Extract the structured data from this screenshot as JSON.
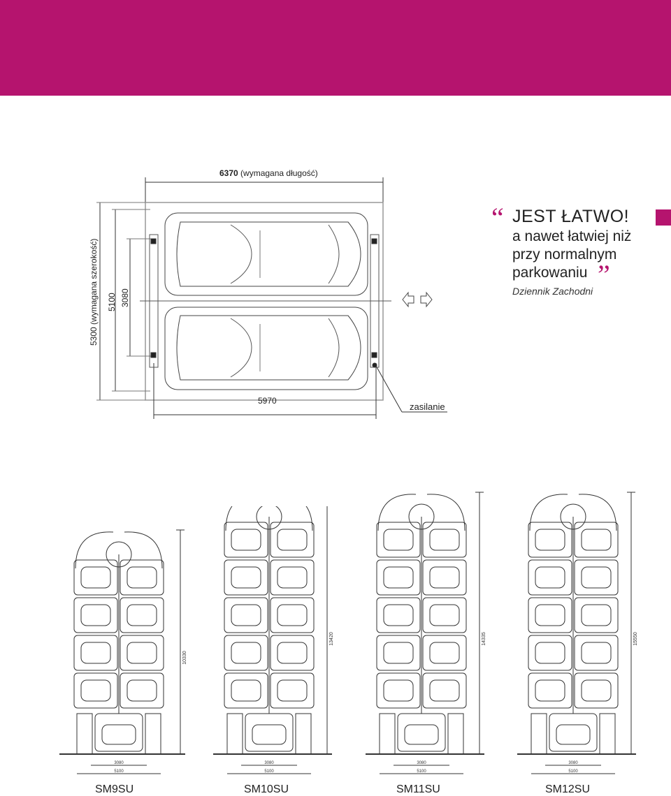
{
  "colors": {
    "accent": "#b5146e",
    "line": "#333333"
  },
  "plan": {
    "length_value": "6370",
    "length_label": "(wymagana długość)",
    "width_label": "5300 (wymagana szerokość)",
    "dim_5100": "5100",
    "dim_3080": "3080",
    "dim_5970": "5970",
    "power_label": "zasilanie"
  },
  "quote": {
    "open_mark": "“",
    "title": "JEST ŁATWO!",
    "lines": [
      "a nawet łatwiej niż",
      "przy normalnym",
      "parkowaniu"
    ],
    "close_mark": "”",
    "source": "Dziennik Zachodni"
  },
  "models": [
    {
      "name": "SM9SU",
      "levels": 4,
      "height": "10330",
      "w1": "3080",
      "w2": "5100"
    },
    {
      "name": "SM10SU",
      "levels": 5,
      "height": "13420",
      "w1": "3080",
      "w2": "5100"
    },
    {
      "name": "SM11SU",
      "levels": 5,
      "height": "14335",
      "w1": "3080",
      "w2": "5100"
    },
    {
      "name": "SM12SU",
      "levels": 5,
      "height": "15550",
      "w1": "3080",
      "w2": "5100"
    }
  ]
}
